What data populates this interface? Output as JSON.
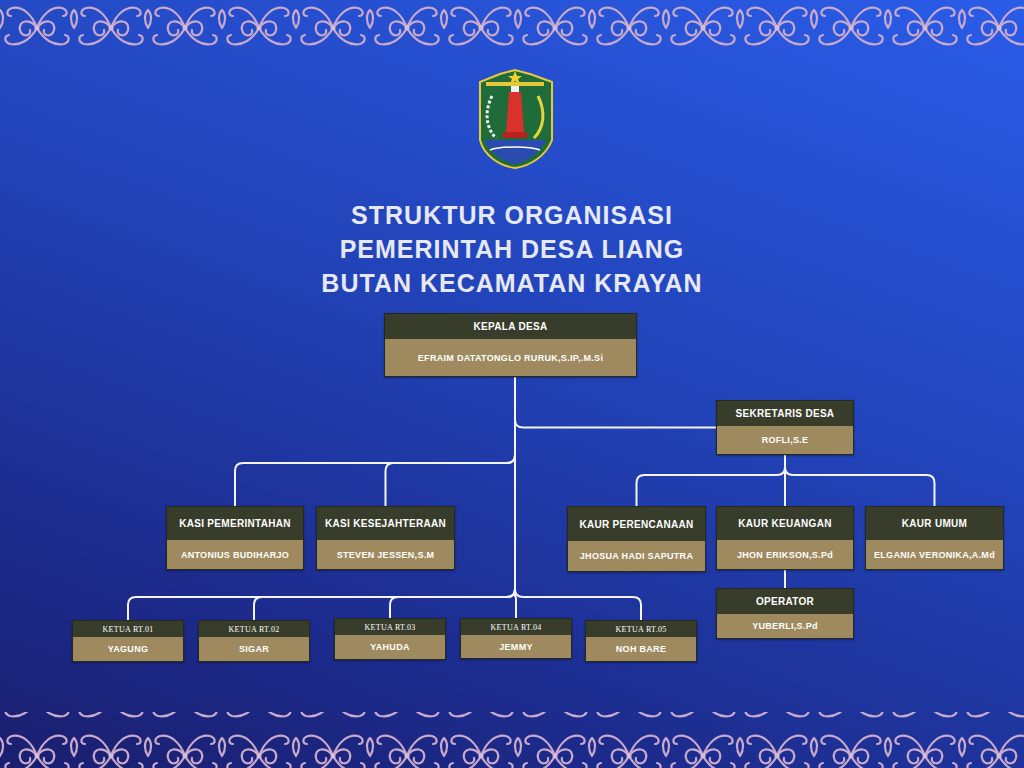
{
  "diagram": {
    "title": "STRUKTUR ORGANISASI PEMERINTAH DESA LIANG BUTAN KECAMATAN KRAYAN",
    "nodes": [
      {
        "text": [
          "KEPALA DESA",
          "EFRAIM DATATONGLO RURUK,S.IP,.M.Si"
        ]
      },
      {
        "text": [
          "SEKRETARIS DESA",
          "ROFLI,S.E"
        ]
      },
      {
        "text": [
          "KASI PEMERINTAHAN",
          "ANTONIUS BUDIHARJO"
        ]
      },
      {
        "text": [
          "KASI KESEJAHTERAAN",
          "STEVEN JESSEN,S.M"
        ]
      },
      {
        "text": [
          "KAUR PERENCANAAN",
          "JHOSUA HADI SAPUTRA"
        ]
      },
      {
        "text": [
          "KAUR KEUANGAN",
          "JHON ERIKSON,S.Pd"
        ]
      },
      {
        "text": [
          "KAUR UMUM",
          "ELGANIA VERONIKA,A.Md"
        ]
      },
      {
        "text": [
          "OPERATOR",
          "YUBERLI,S.Pd"
        ]
      },
      {
        "text": [
          "KETUA RT.01",
          "YAGUNG"
        ]
      },
      {
        "text": [
          "KETUA RT.02",
          "SIGAR"
        ]
      },
      {
        "text": [
          "KETUA RT.03",
          "YAHUDA"
        ]
      },
      {
        "text": [
          "KETUA RT.04",
          "JEMMY"
        ]
      },
      {
        "text": [
          "KETUA RT.05",
          "NOH BARE"
        ]
      }
    ],
    "edges": [
      {
        "from": 0,
        "to": 1,
        "arrow": "none"
      },
      {
        "from": 0,
        "to": 2,
        "arrow": "none"
      },
      {
        "from": 0,
        "to": 3,
        "arrow": "none"
      },
      {
        "from": 1,
        "to": 4,
        "arrow": "none"
      },
      {
        "from": 1,
        "to": 5,
        "arrow": "none"
      },
      {
        "from": 1,
        "to": 6,
        "arrow": "none"
      },
      {
        "from": 5,
        "to": 7,
        "arrow": "none"
      },
      {
        "from": 0,
        "to": 8,
        "arrow": "none"
      },
      {
        "from": 0,
        "to": 9,
        "arrow": "none"
      },
      {
        "from": 0,
        "to": 10,
        "arrow": "none"
      },
      {
        "from": 0,
        "to": 11,
        "arrow": "none"
      },
      {
        "from": 0,
        "to": 12,
        "arrow": "none"
      }
    ]
  }
}
